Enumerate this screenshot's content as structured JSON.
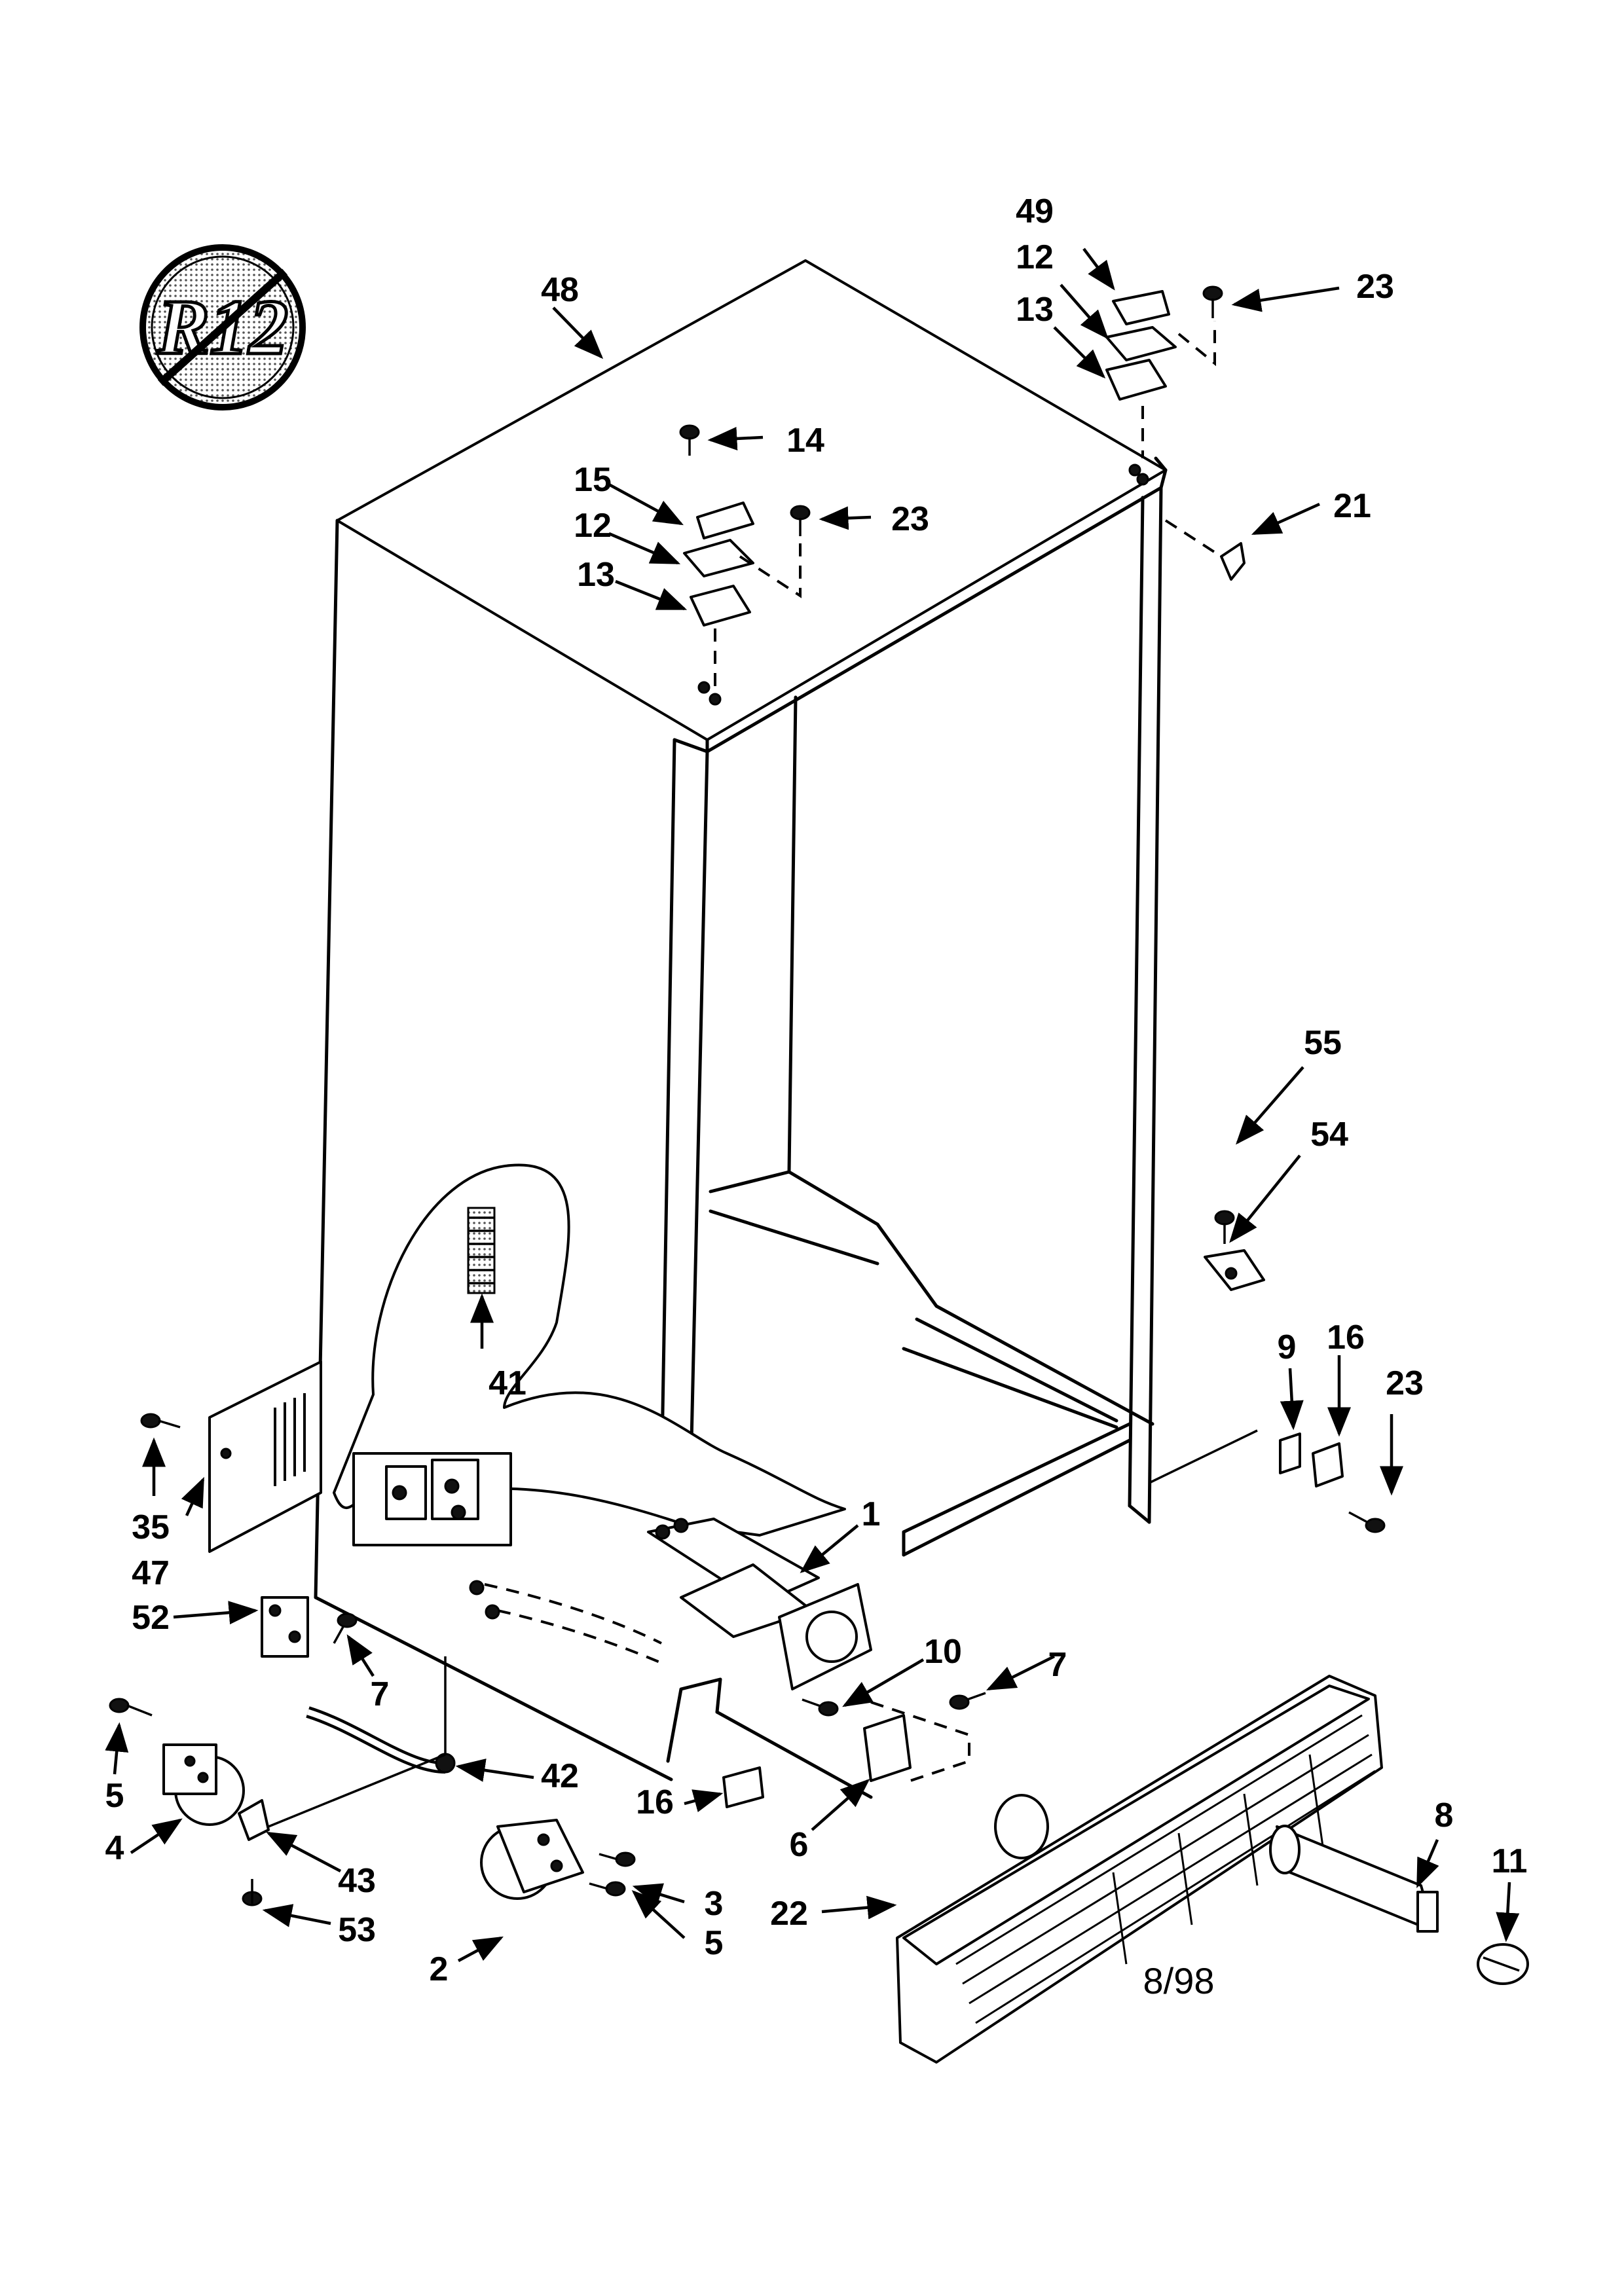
{
  "badge": {
    "text": "R12"
  },
  "callouts": {
    "c48": "48",
    "c49": "49",
    "c12a": "12",
    "c13a": "13",
    "c23a": "23",
    "c14": "14",
    "c15": "15",
    "c12b": "12",
    "c13b": "13",
    "c23b": "23",
    "c21": "21",
    "c55": "55",
    "c54": "54",
    "c41": "41",
    "c9": "9",
    "c16a": "16",
    "c23c": "23",
    "c35": "35",
    "c47": "47",
    "c52": "52",
    "c7a": "7",
    "c1": "1",
    "c10": "10",
    "c7b": "7",
    "c5a": "5",
    "c4": "4",
    "c42": "42",
    "c43": "43",
    "c53": "53",
    "c16b": "16",
    "c6": "6",
    "c8": "8",
    "c11": "11",
    "c3": "3",
    "c5b": "5",
    "c2": "2",
    "c22": "22"
  },
  "revision_date": "8/98"
}
